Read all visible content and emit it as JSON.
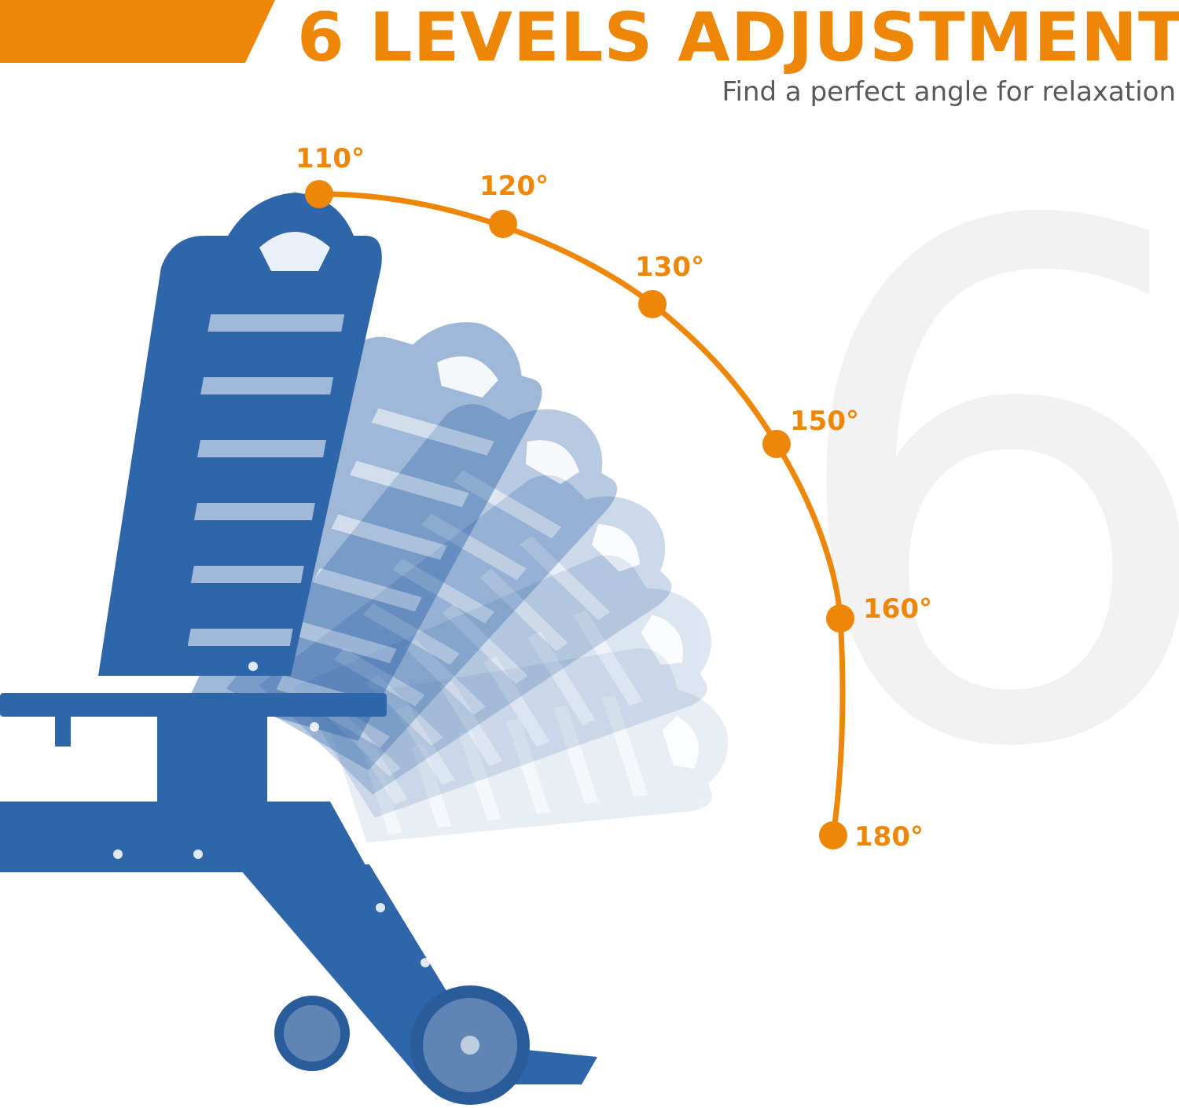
{
  "colors": {
    "accent": "#EE8708",
    "chair": "#2F65A9",
    "ghost_six": "#F3F3F3",
    "subtitle": "#595959"
  },
  "header": {
    "title": "6 LEVELS ADJUSTMENT",
    "subtitle": "Find a perfect angle for relaxation"
  },
  "background_numeral": "6",
  "angle_scale": {
    "levels": [
      {
        "label": "110°",
        "degrees": 110
      },
      {
        "label": "120°",
        "degrees": 120
      },
      {
        "label": "130°",
        "degrees": 130
      },
      {
        "label": "150°",
        "degrees": 150
      },
      {
        "label": "160°",
        "degrees": 160
      },
      {
        "label": "180°",
        "degrees": 180
      }
    ]
  },
  "icons": {
    "chair": "chaise-lounge-icon"
  }
}
